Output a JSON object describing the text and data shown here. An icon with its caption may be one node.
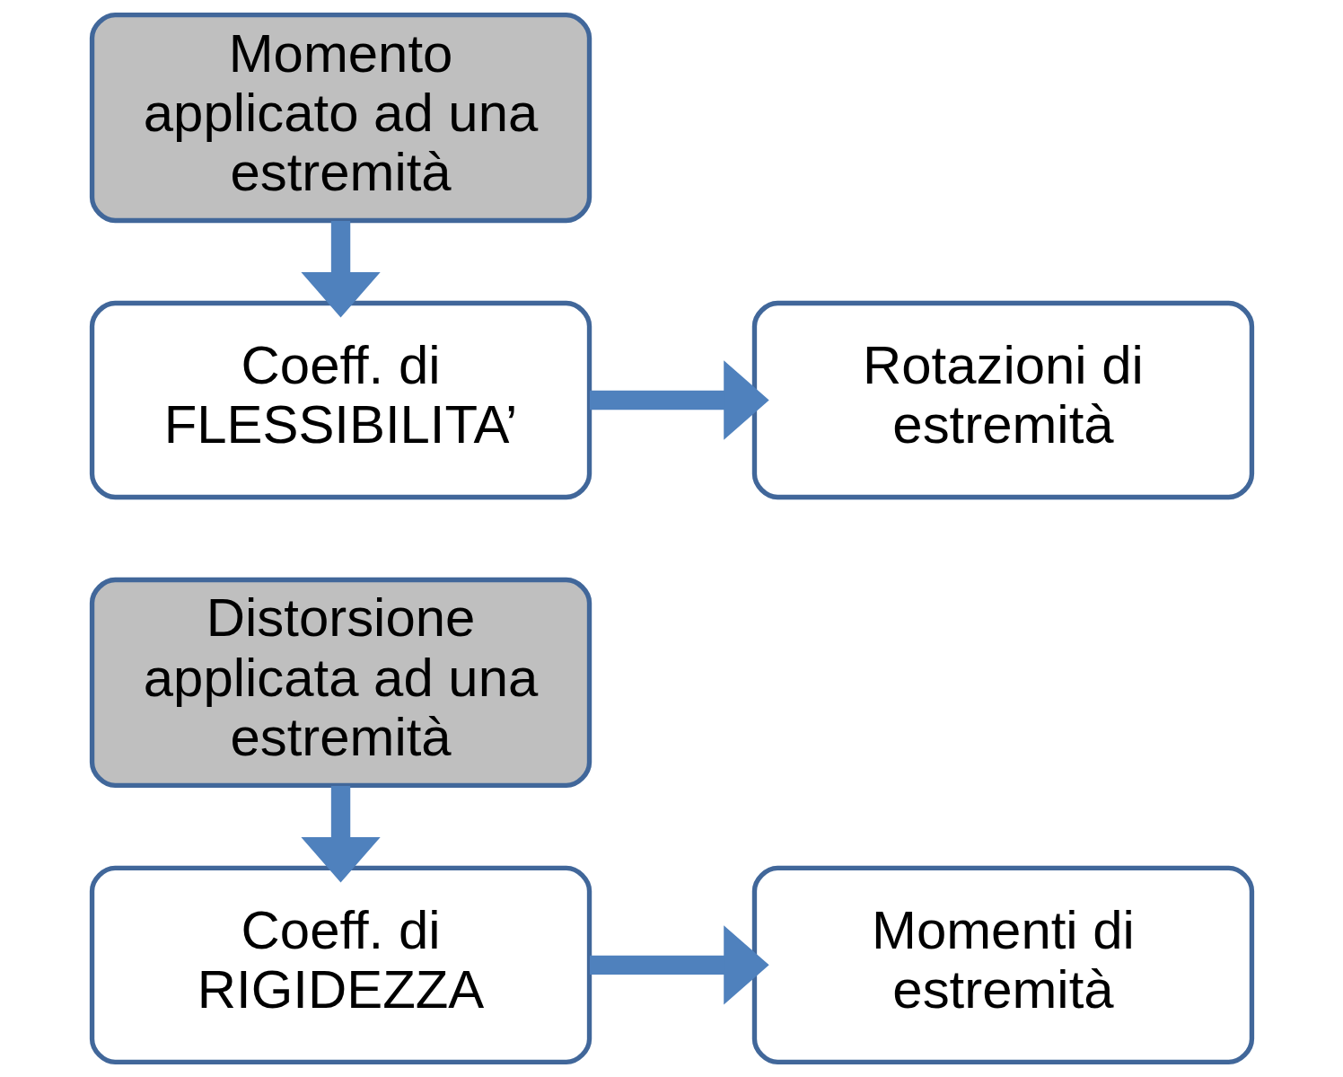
{
  "diagram": {
    "nodes": [
      {
        "text": [
          "Momento applicato ad una estremità"
        ]
      },
      {
        "text": [
          "Coeff. di FLESSIBILITA’"
        ]
      },
      {
        "text": [
          "Rotazioni di estremità"
        ]
      },
      {
        "text": [
          "Distorsione applicata ad una estremità"
        ]
      },
      {
        "text": [
          "Coeff. di RIGIDEZZA"
        ]
      },
      {
        "text": [
          "Momenti di estremità"
        ]
      }
    ],
    "edges": [
      {
        "from": 0,
        "to": 1,
        "arrow": "to"
      },
      {
        "from": 1,
        "to": 2,
        "arrow": "to"
      },
      {
        "from": 3,
        "to": 4,
        "arrow": "to"
      },
      {
        "from": 4,
        "to": 5,
        "arrow": "to"
      }
    ]
  }
}
